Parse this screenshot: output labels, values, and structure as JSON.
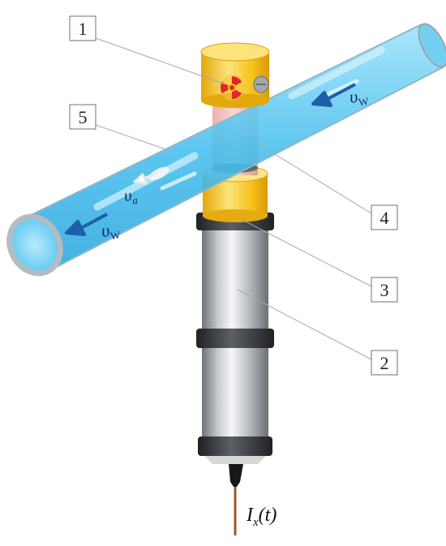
{
  "labels": {
    "radioactive_source": "1",
    "detector_housing": "2",
    "scintillator": "3",
    "collimator_window": "4",
    "pipe": "5"
  },
  "symbols": {
    "water_velocity_main": "υ",
    "water_velocity_main_sub": "W",
    "water_velocity_left": "υ",
    "water_velocity_left_sub": "W",
    "air_velocity": "υ",
    "air_velocity_sub": "a",
    "output_current": "I",
    "output_current_sub": "x",
    "output_current_arg": "(t)"
  },
  "colors": {
    "pipe_fill": "#5ec8f0",
    "pipe_edge": "#9aa6ae",
    "source_yellow": "#f6c21b",
    "radiation_red": "#e2262d",
    "detector_silver": "#c9ccd0",
    "detector_band": "#3c3f44",
    "cable_copper": "#a0562a"
  },
  "icons": [
    "radiation-icon",
    "screw-icon",
    "flow-arrow-icon"
  ]
}
